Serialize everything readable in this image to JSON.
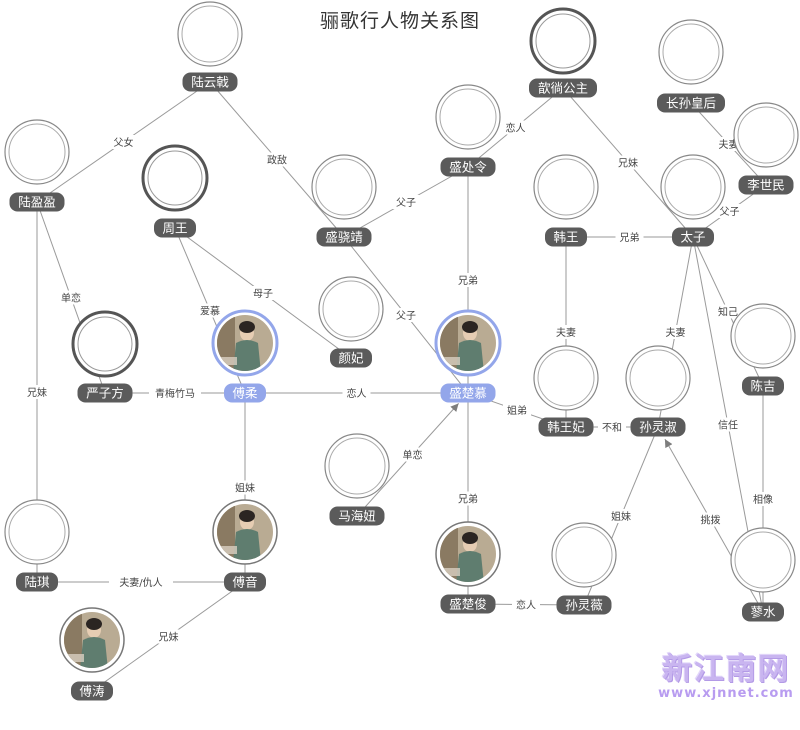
{
  "title": "骊歌行人物关系图",
  "watermark": {
    "brand": "新江南网",
    "url": "www.xjnnet.com"
  },
  "colors": {
    "node": "#5b5b5b",
    "node_highlight": "#93a6ea",
    "edge": "#9a9a9a",
    "text": "#333333"
  },
  "nodes": [
    {
      "id": "luyunji",
      "label": "陆云戟",
      "avatar": "empty",
      "ring": "double"
    },
    {
      "id": "xinyi",
      "label": "歆徜公主",
      "avatar": "empty",
      "ring": "thick"
    },
    {
      "id": "zhangsun",
      "label": "长孙皇后",
      "avatar": "empty",
      "ring": "double"
    },
    {
      "id": "luyingying",
      "label": "陆盈盈",
      "avatar": "empty",
      "ring": "double"
    },
    {
      "id": "zhouwang",
      "label": "周王",
      "avatar": "empty",
      "ring": "thick"
    },
    {
      "id": "shengchuling",
      "label": "盛处令",
      "avatar": "empty",
      "ring": "double"
    },
    {
      "id": "lishimin",
      "label": "李世民",
      "avatar": "empty",
      "ring": "double"
    },
    {
      "id": "shengxiaojing",
      "label": "盛骁靖",
      "avatar": "empty",
      "ring": "double"
    },
    {
      "id": "hanwang",
      "label": "韩王",
      "avatar": "empty",
      "ring": "double"
    },
    {
      "id": "taizi",
      "label": "太子",
      "avatar": "empty",
      "ring": "double"
    },
    {
      "id": "yanfei",
      "label": "颜妃",
      "avatar": "empty",
      "ring": "double"
    },
    {
      "id": "yanzifang",
      "label": "严子方",
      "avatar": "empty",
      "ring": "thick"
    },
    {
      "id": "fourou",
      "label": "傅柔",
      "avatar": "photo",
      "ring": "highlight",
      "highlight": true
    },
    {
      "id": "shengchumu",
      "label": "盛楚慕",
      "avatar": "photo",
      "ring": "highlight",
      "highlight": true
    },
    {
      "id": "chenji",
      "label": "陈吉",
      "avatar": "empty",
      "ring": "double"
    },
    {
      "id": "hanwangfei",
      "label": "韩王妃",
      "avatar": "empty",
      "ring": "double"
    },
    {
      "id": "sunlingshu",
      "label": "孙灵淑",
      "avatar": "empty",
      "ring": "double"
    },
    {
      "id": "mahainiu",
      "label": "马海妞",
      "avatar": "empty",
      "ring": "double"
    },
    {
      "id": "luqi",
      "label": "陆琪",
      "avatar": "empty",
      "ring": "double"
    },
    {
      "id": "fouyin",
      "label": "傅音",
      "avatar": "photo",
      "ring": "photo"
    },
    {
      "id": "shengchujun",
      "label": "盛楚俊",
      "avatar": "photo",
      "ring": "photo"
    },
    {
      "id": "sunlingwei",
      "label": "孙灵薇",
      "avatar": "empty",
      "ring": "double"
    },
    {
      "id": "mushui",
      "label": "蓼水",
      "avatar": "empty",
      "ring": "double"
    },
    {
      "id": "foutao",
      "label": "傅涛",
      "avatar": "photo",
      "ring": "photo"
    }
  ],
  "edges": [
    {
      "from": "luyunji",
      "to": "luyingying",
      "label": "父女"
    },
    {
      "from": "luyunji",
      "to": "shengxiaojing",
      "label": "政敌"
    },
    {
      "from": "shengxiaojing",
      "to": "shengchuling",
      "label": "父子"
    },
    {
      "from": "shengchuling",
      "to": "xinyi",
      "label": "恋人"
    },
    {
      "from": "shengchuling",
      "to": "shengchumu",
      "label": "兄弟"
    },
    {
      "from": "shengxiaojing",
      "to": "shengchumu",
      "label": "父子"
    },
    {
      "from": "xinyi",
      "to": "taizi",
      "label": "兄妹"
    },
    {
      "from": "zhangsun",
      "to": "lishimin",
      "label": "夫妻"
    },
    {
      "from": "lishimin",
      "to": "taizi",
      "label": "父子"
    },
    {
      "from": "hanwang",
      "to": "taizi",
      "label": "兄弟"
    },
    {
      "from": "hanwang",
      "to": "hanwangfei",
      "label": "夫妻"
    },
    {
      "from": "taizi",
      "to": "sunlingshu",
      "label": "夫妻"
    },
    {
      "from": "taizi",
      "to": "chenji",
      "label": "知己"
    },
    {
      "from": "taizi",
      "to": "mushui",
      "label": "信任"
    },
    {
      "from": "chenji",
      "to": "mushui",
      "label": "相像"
    },
    {
      "from": "mushui",
      "to": "sunlingshu",
      "label": "挑拨",
      "arrow": true
    },
    {
      "from": "zhouwang",
      "to": "fourou",
      "label": "爱慕"
    },
    {
      "from": "zhouwang",
      "to": "yanfei",
      "label": "母子"
    },
    {
      "from": "luyingying",
      "to": "yanzifang",
      "label": "单恋"
    },
    {
      "from": "luyingying",
      "to": "luqi",
      "label": "兄妹"
    },
    {
      "from": "yanzifang",
      "to": "fourou",
      "label": "青梅竹马"
    },
    {
      "from": "fourou",
      "to": "shengchumu",
      "label": "恋人"
    },
    {
      "from": "fourou",
      "to": "fouyin",
      "label": "姐妹"
    },
    {
      "from": "shengchumu",
      "to": "hanwangfei",
      "label": "姐弟"
    },
    {
      "from": "hanwangfei",
      "to": "sunlingshu",
      "label": "不和"
    },
    {
      "from": "mahainiu",
      "to": "shengchumu",
      "label": "单恋",
      "arrow": true
    },
    {
      "from": "shengchumu",
      "to": "shengchujun",
      "label": "兄弟"
    },
    {
      "from": "shengchujun",
      "to": "sunlingwei",
      "label": "恋人"
    },
    {
      "from": "sunlingwei",
      "to": "sunlingshu",
      "label": "姐妹"
    },
    {
      "from": "luqi",
      "to": "fouyin",
      "label": "夫妻/仇人"
    },
    {
      "from": "fouyin",
      "to": "foutao",
      "label": "兄妹"
    }
  ]
}
